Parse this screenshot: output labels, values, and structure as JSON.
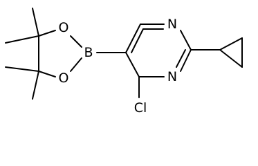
{
  "molecule": {
    "atoms": {
      "n1": "N",
      "n3": "N",
      "cl": "Cl",
      "b": "B",
      "o1": "O",
      "o2": "O"
    }
  },
  "colors": {
    "bond": "#000000",
    "label": "#000000",
    "background": "#ffffff"
  }
}
